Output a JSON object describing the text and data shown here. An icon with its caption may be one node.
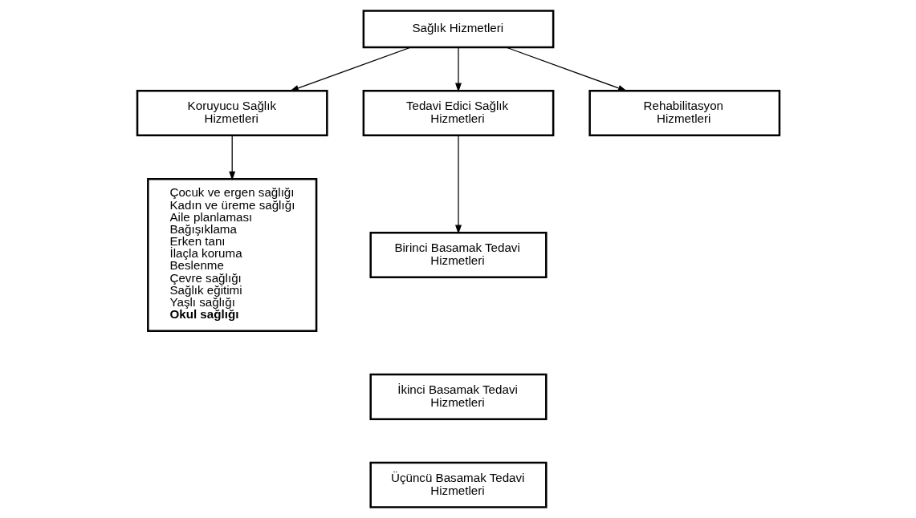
{
  "diagram": {
    "nodes": [
      {
        "text": [
          "Sağlık Hizmetleri"
        ]
      },
      {
        "text": [
          "Koruyucu Sağlık Hizmetleri"
        ]
      },
      {
        "text": [
          "Tedavi Edici Sağlık Hizmetleri"
        ]
      },
      {
        "text": [
          "Rehabilitasyon Hizmetleri"
        ]
      },
      {
        "text": [
          "Çocuk ve ergen sağlığı",
          "Kadın ve üreme sağlığı",
          "Aile planlaması",
          "Bağışıklama",
          "Erken tanı",
          "İlaçla koruma",
          "Beslenme",
          "Çevre sağlığı",
          "Sağlık eğitimi",
          "Yaşlı sağlığı",
          "**Okul sağlığı**"
        ]
      },
      {
        "text": [
          "Birinci Basamak Tedavi Hizmetleri"
        ]
      },
      {
        "text": [
          "İkinci Basamak Tedavi Hizmetleri"
        ]
      },
      {
        "text": [
          "Üçüncü Basamak Tedavi Hizmetleri"
        ]
      }
    ],
    "edges": [
      {
        "from": 0,
        "to": 1,
        "arrow": "to"
      },
      {
        "from": 0,
        "to": 2,
        "arrow": "to"
      },
      {
        "from": 0,
        "to": 3,
        "arrow": "to"
      },
      {
        "from": 1,
        "to": 4,
        "arrow": "to"
      },
      {
        "from": 2,
        "to": 5,
        "arrow": "to"
      }
    ]
  }
}
